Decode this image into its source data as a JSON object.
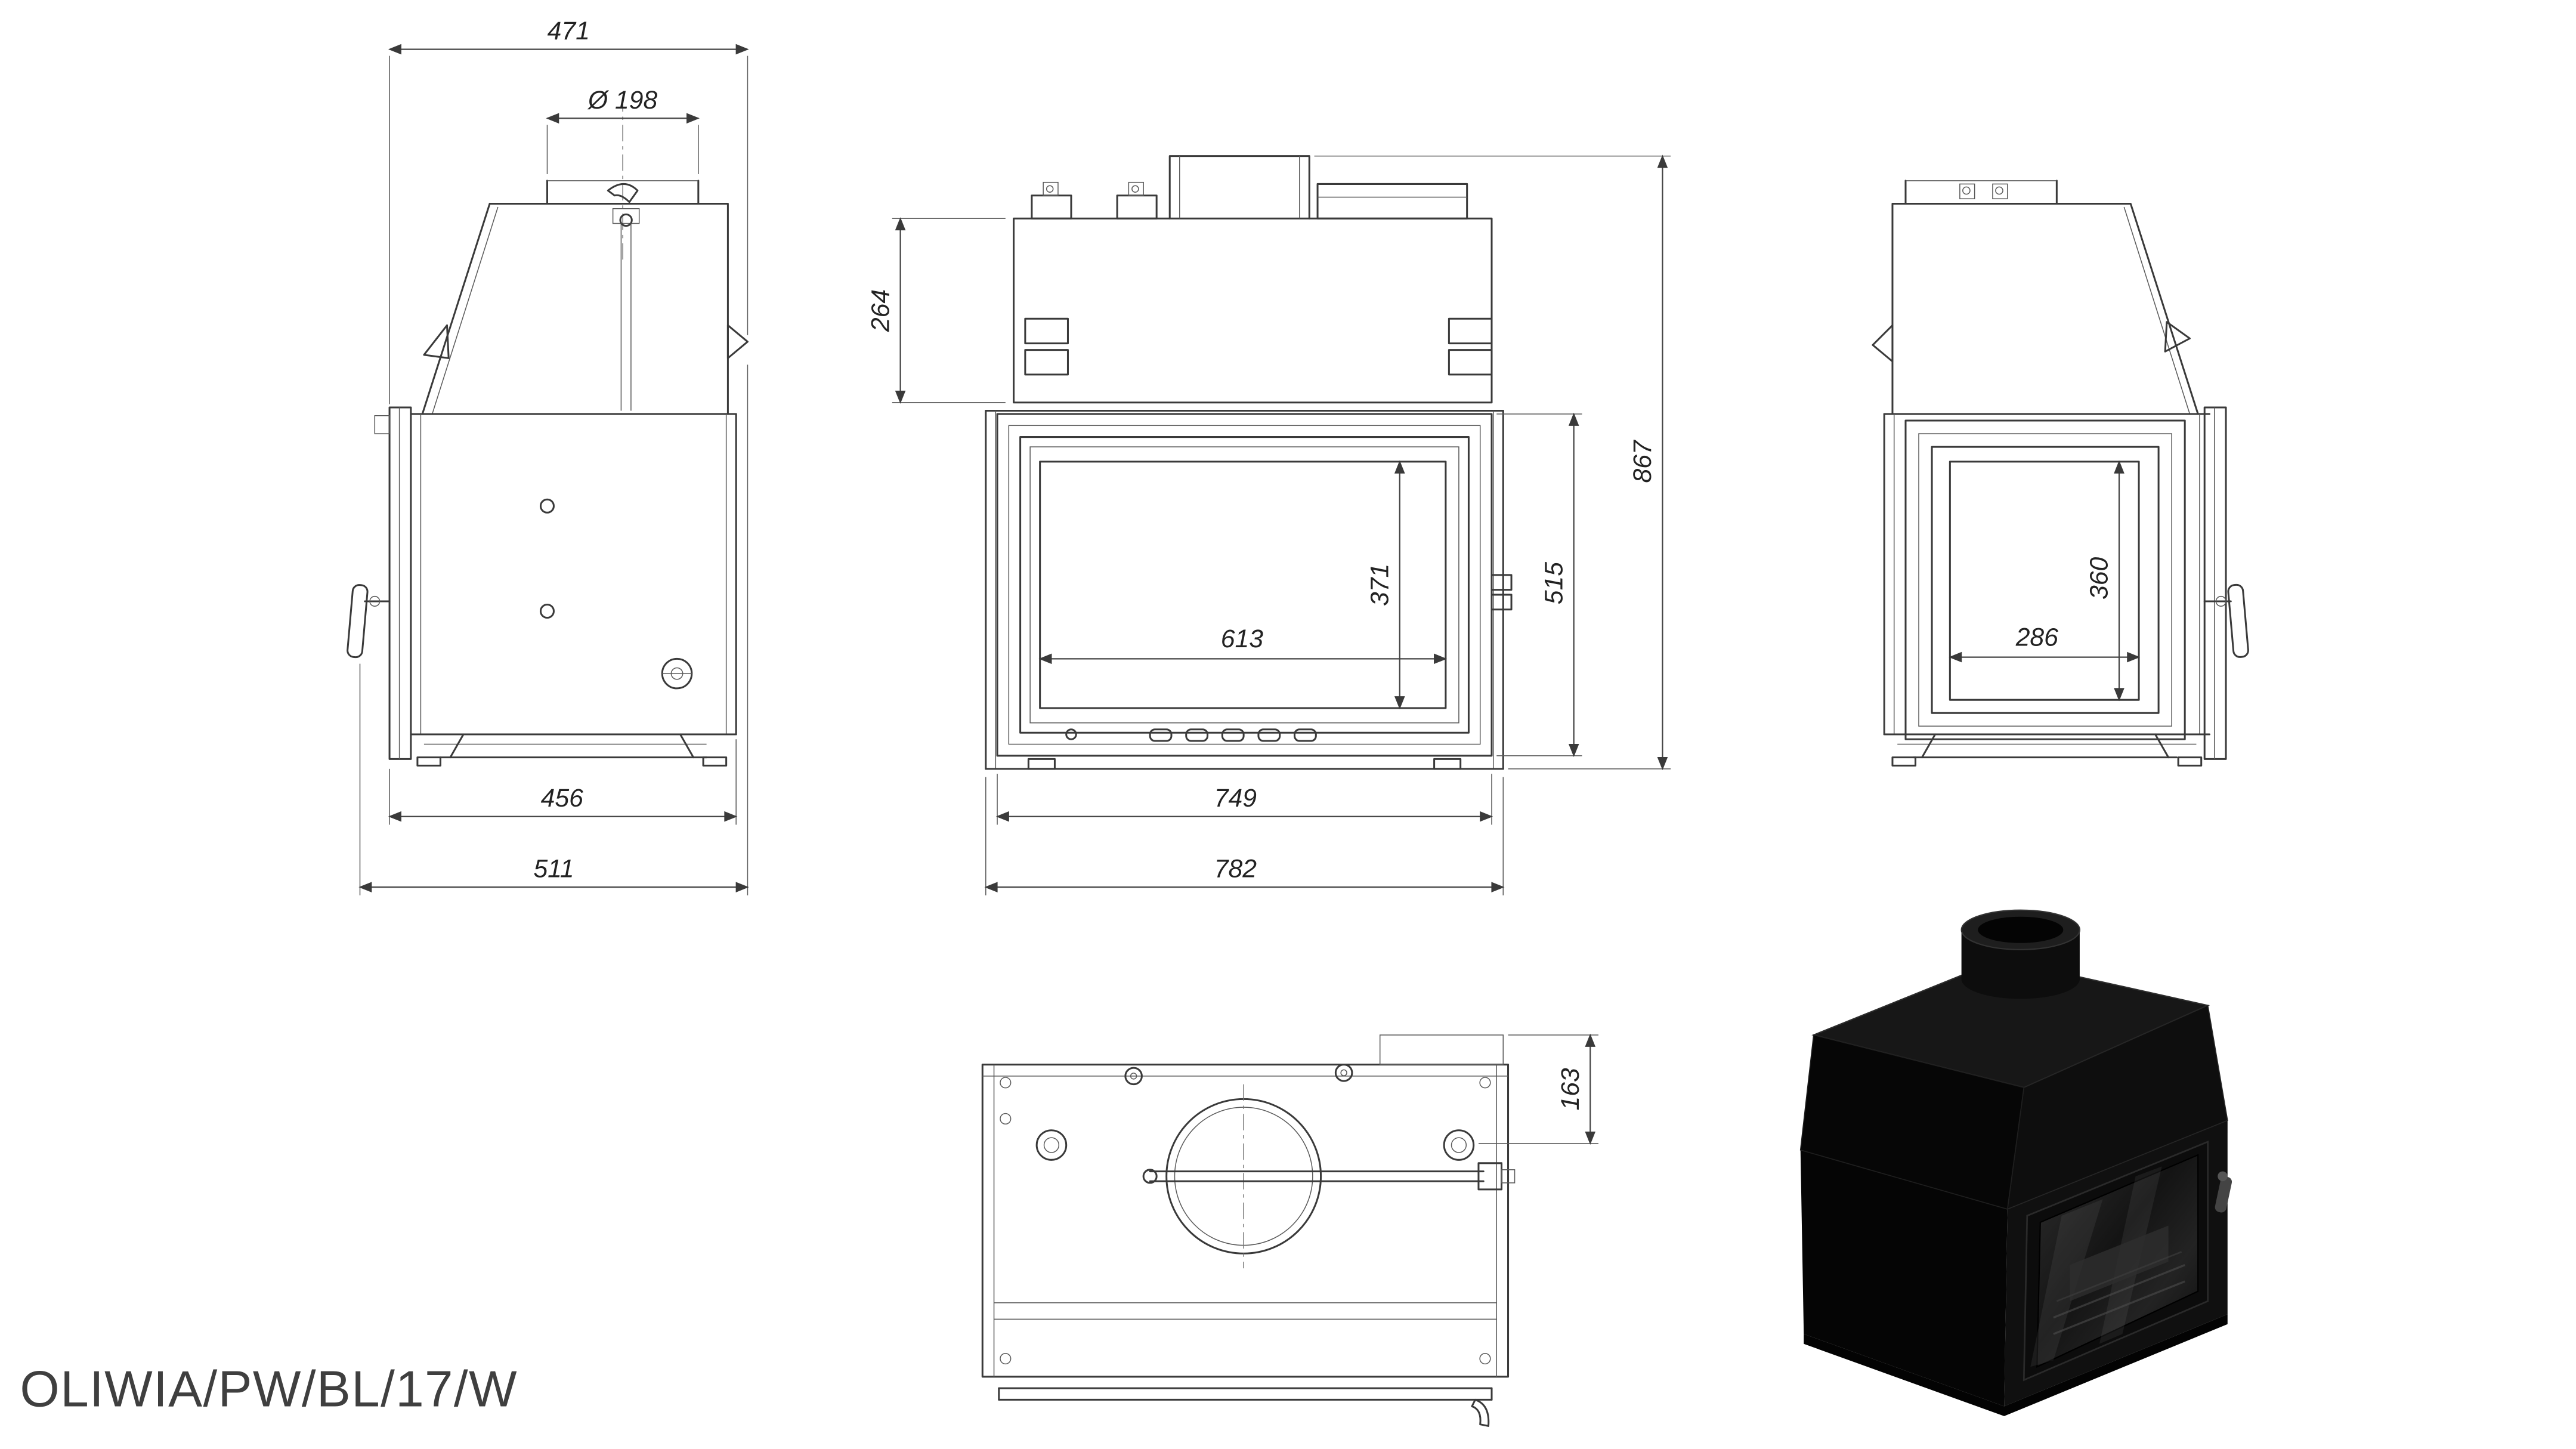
{
  "title": "OLIWIA/PW/BL/17/W",
  "views": {
    "left_side": {
      "dims": {
        "overall_top": "471",
        "flue_diameter": "Ø 198",
        "body_depth": "456",
        "overall_depth": "511"
      }
    },
    "front": {
      "dims": {
        "hood_height": "264",
        "glass_width": "613",
        "glass_height": "371",
        "door_height": "515",
        "total_height": "867",
        "body_width": "749",
        "overall_width": "782"
      }
    },
    "right_side": {
      "dims": {
        "glass_width": "286",
        "glass_height": "360"
      }
    },
    "top": {
      "dims": {
        "rear_to_connection": "163"
      }
    }
  },
  "colors": {
    "drawing_line": "#3a3a3a",
    "render_body": "#0a0a0a",
    "background": "#ffffff"
  }
}
